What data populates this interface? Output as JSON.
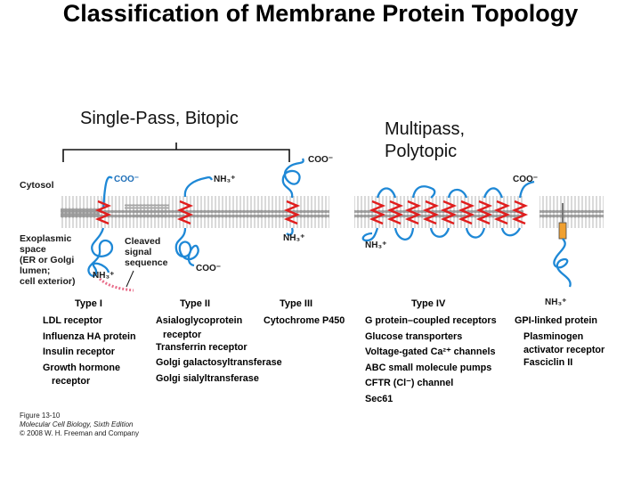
{
  "title": "Classification of Membrane Protein Topology",
  "headers": {
    "single_pass": "Single-Pass, Bitopic",
    "multipass": "Multipass,\nPolytopic"
  },
  "regions": {
    "cytosol": "Cytosol",
    "exoplasmic": "Exoplasmic\nspace\n(ER or Golgi\nlumen;\ncell exterior)"
  },
  "annotations": {
    "cleaved": "Cleaved\nsignal\nsequence",
    "coo": "COO⁻",
    "nh3": "NH₃⁺"
  },
  "types": [
    "Type I",
    "Type II",
    "Type III",
    "Type IV"
  ],
  "examples": {
    "type1": [
      "LDL receptor",
      "Influenza HA protein",
      "Insulin receptor",
      "Growth hormone",
      "receptor"
    ],
    "type2": [
      "Asialoglycoprotein",
      "receptor",
      "Transferrin receptor",
      "Golgi galactosyltransferase",
      "Golgi sialyltransferase"
    ],
    "type3": [
      "Cytochrome P450"
    ],
    "type4": [
      "G protein–coupled receptors",
      "Glucose transporters",
      "Voltage-gated Ca²⁺ channels",
      "ABC small molecule pumps",
      "CFTR (Cl⁻) channel",
      "Sec61"
    ],
    "gpi": [
      "GPI-linked protein",
      "Plasminogen",
      "activator receptor",
      "Fasciclin II"
    ]
  },
  "caption": {
    "figure": "Figure 13-10",
    "book": "Molecular Cell Biology, Sixth Edition",
    "copyright": "© 2008 W. H. Freeman and Company"
  },
  "colors": {
    "protein_blue": "#1e88d6",
    "helix_red": "#e11d1d",
    "lipid_gray": "#8a8a8a",
    "signal_pink": "#e86d8a",
    "gpi_orange": "#f0a030"
  }
}
